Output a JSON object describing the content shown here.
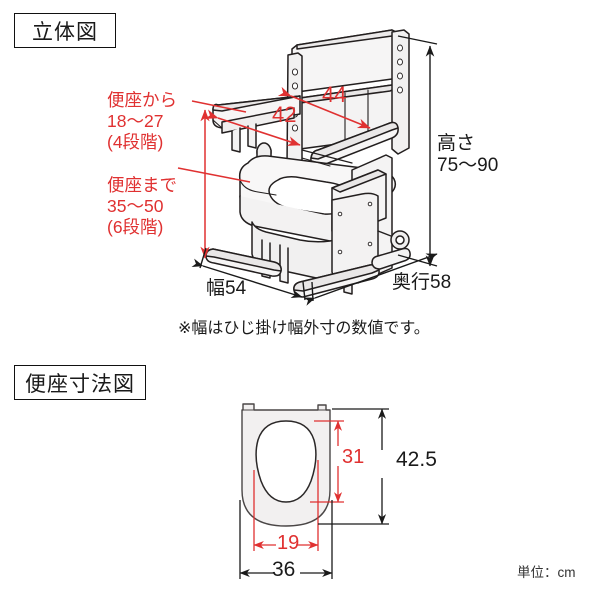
{
  "units": {
    "label": "単位：cm"
  },
  "sections": [
    {
      "id": "solid-view",
      "title": "立体図",
      "note": "※幅はひじ掛け幅外寸の数値です。",
      "annotations": {
        "seat_from": {
          "lines": [
            "便座から",
            "18〜27",
            "(4段階)"
          ],
          "color": "#e03131"
        },
        "seat_to": {
          "lines": [
            "便座まで",
            "35〜50",
            "(6段階)"
          ],
          "color": "#e03131"
        },
        "armrest_inner": {
          "value": "44",
          "color": "#e03131"
        },
        "backrest_inner": {
          "value": "42",
          "color": "#e03131"
        },
        "height": {
          "lines": [
            "高さ",
            "75〜90"
          ],
          "color": "#1a1a1a"
        },
        "depth": {
          "value": "奥行58",
          "color": "#1a1a1a"
        },
        "width": {
          "value": "幅54",
          "color": "#1a1a1a"
        }
      }
    },
    {
      "id": "seat-dimension-view",
      "title": "便座寸法図",
      "annotations": {
        "opening_length": {
          "value": "31",
          "color": "#e03131"
        },
        "opening_width": {
          "value": "19",
          "color": "#e03131"
        },
        "seat_length": {
          "value": "42.5",
          "color": "#1a1a1a"
        },
        "seat_width": {
          "value": "36",
          "color": "#1a1a1a"
        }
      }
    }
  ],
  "colors": {
    "dimension_red": "#e03131",
    "dimension_black": "#1a1a1a",
    "outline": "#231f1f",
    "fill_light": "#fbfbfb",
    "fill_shade": "#eceaea"
  }
}
